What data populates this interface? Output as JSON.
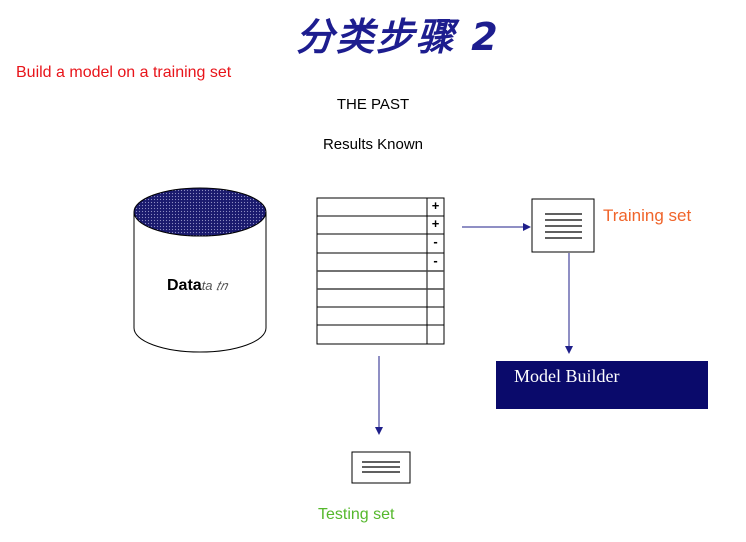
{
  "title": "分类步骤 2",
  "subtitle": "Build a model on a training set",
  "labels": {
    "the_past": "THE PAST",
    "results_known": "Results Known",
    "data": "Data",
    "data_smudge": "⁠ta 𝑡𝑛",
    "training_set": "Training set",
    "testing_set": "Testing set",
    "model_builder": "Model Builder"
  },
  "table": {
    "signs": [
      "+",
      "+",
      "-",
      "-"
    ]
  },
  "colors": {
    "title": "#1d1d8f",
    "subtitle": "#e8141a",
    "training_set": "#f0642a",
    "testing_set": "#55b82c",
    "model_builder_bg": "#0a0a6b",
    "arrow": "#1f1f8a",
    "db_top": "#1a1a6e"
  }
}
